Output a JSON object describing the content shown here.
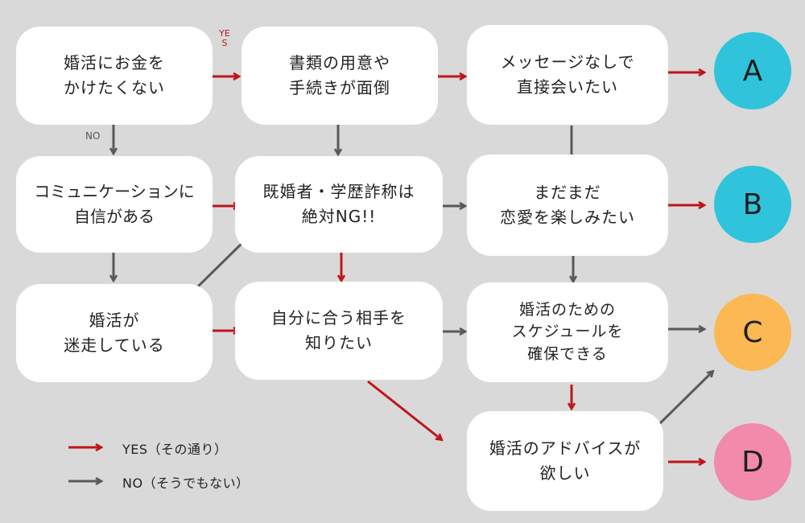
{
  "colors": {
    "yes": "#c0141b",
    "no": "#595959",
    "A": "#2fc4dc",
    "B": "#2fc4dc",
    "C": "#fcb852",
    "D": "#f18aab",
    "background": "#d9d9d9"
  },
  "nodes": {
    "q1": "婚活にお金を\nかけたくない",
    "q2": "書類の用意や\n手続きが面倒",
    "q3": "メッセージなしで\n直接会いたい",
    "q4": "コミュニケーションに\n自信がある",
    "q5": "既婚者・学歴詐称は\n絶対NG!!",
    "q6": "まだまだ\n恋愛を楽しみたい",
    "q7": "婚活が\n迷走している",
    "q8": "自分に合う相手を\n知りたい",
    "q9": "婚活のための\nスケジュールを\n確保できる",
    "q10": "婚活のアドバイスが\n欲しい"
  },
  "results": {
    "A": "A",
    "B": "B",
    "C": "C",
    "D": "D"
  },
  "edge_labels": {
    "yes": "YES",
    "no": "NO"
  },
  "legend": {
    "yes": "YES（その通り）",
    "no": "NO（そうでもない）"
  }
}
